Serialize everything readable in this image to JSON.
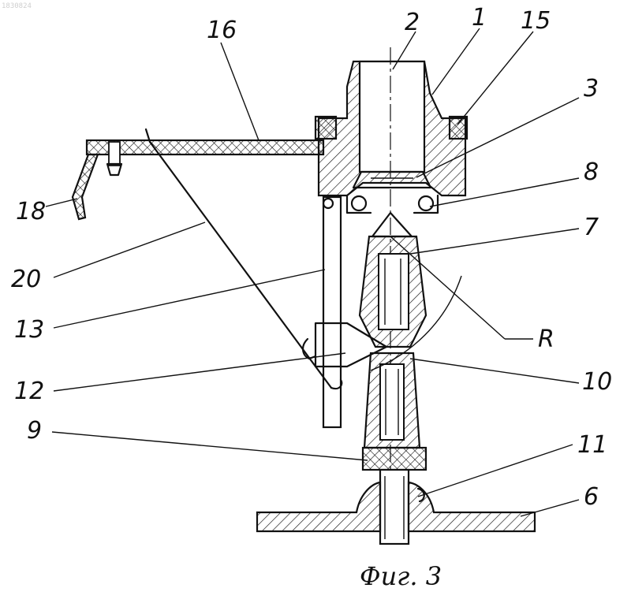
{
  "corner_id": "1830824",
  "caption": "Фиг. 3",
  "labels": {
    "l1": "1",
    "l2": "2",
    "l3": "3",
    "l6": "6",
    "l7": "7",
    "l8": "8",
    "l9": "9",
    "l10": "10",
    "l11": "11",
    "l12": "12",
    "l13": "13",
    "l15": "15",
    "l16": "16",
    "l18": "18",
    "l20": "20",
    "lR": "R"
  }
}
